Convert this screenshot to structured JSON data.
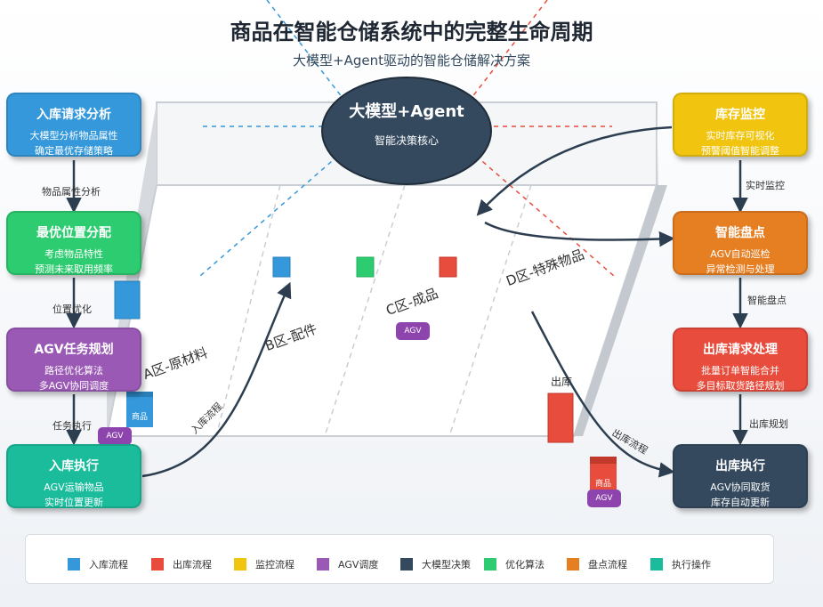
{
  "title": "商品在智能仓储系统中的完整生命周期",
  "subtitle": "大模型+Agent驱动的智能仓储解决方案",
  "hub": {
    "title": "大模型+Agent",
    "subtitle": "智能决策核心"
  },
  "zones": {
    "a": "A区-原材料",
    "b": "B区-配件",
    "c": "C区-成品",
    "d": "D区-特殊物品"
  },
  "left_boxes": [
    {
      "title": "入库请求分析",
      "lines": [
        "大模型分析物品属性",
        "确定最优存储策略"
      ],
      "color": "#3498db"
    },
    {
      "title": "最优位置分配",
      "lines": [
        "考虑物品特性",
        "预测未来取用频率"
      ],
      "color": "#2ecc71"
    },
    {
      "title": "AGV任务规划",
      "lines": [
        "路径优化算法",
        "多AGV协同调度"
      ],
      "color": "#9b59b6"
    },
    {
      "title": "入库执行",
      "lines": [
        "AGV运输物品",
        "实时位置更新"
      ],
      "color": "#1abc9c"
    }
  ],
  "right_boxes": [
    {
      "title": "库存监控",
      "lines": [
        "实时库存可视化",
        "预警阈值智能调整"
      ],
      "color": "#f1c40f"
    },
    {
      "title": "智能盘点",
      "lines": [
        "AGV自动巡检",
        "异常检测与处理"
      ],
      "color": "#e67e22"
    },
    {
      "title": "出库请求处理",
      "lines": [
        "批量订单智能合并",
        "多目标取货路径规划"
      ],
      "color": "#e74c3c"
    },
    {
      "title": "出库执行",
      "lines": [
        "AGV协同取货",
        "库存自动更新"
      ],
      "color": "#34495e"
    }
  ],
  "left_links": [
    "物品属性分析",
    "位置优化",
    "任务执行"
  ],
  "right_links": [
    "实时监控",
    "智能盘点",
    "出库规划"
  ],
  "flow_labels": {
    "inbound": "入库流程",
    "outbound": "出库流程",
    "exit": "出库"
  },
  "agv_label": "AGV",
  "goods_label": "商品",
  "legend": [
    {
      "label": "入库流程",
      "color": "#3498db"
    },
    {
      "label": "出库流程",
      "color": "#e74c3c"
    },
    {
      "label": "监控流程",
      "color": "#f1c40f"
    },
    {
      "label": "AGV调度",
      "color": "#9b59b6"
    },
    {
      "label": "大模型决策",
      "color": "#34495e"
    },
    {
      "label": "优化算法",
      "color": "#2ecc71"
    },
    {
      "label": "盘点流程",
      "color": "#e67e22"
    },
    {
      "label": "执行操作",
      "color": "#1abc9c"
    }
  ]
}
